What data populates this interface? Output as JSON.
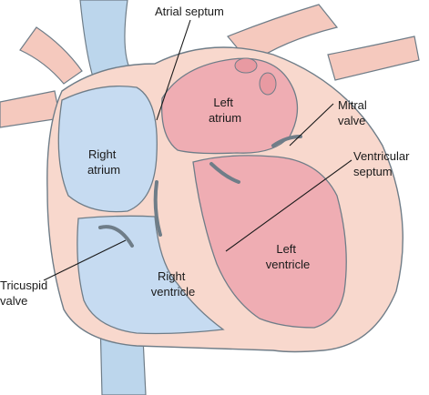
{
  "diagram": {
    "labels": {
      "atrial_septum": "Atrial septum",
      "left_atrium": [
        "Left",
        "atrium"
      ],
      "mitral_valve": [
        "Mitral",
        "valve"
      ],
      "right_atrium": [
        "Right",
        "atrium"
      ],
      "ventricular_septum": [
        "Ventricular",
        "septum"
      ],
      "left_ventricle": [
        "Left",
        "ventricle"
      ],
      "tricuspid_valve": [
        "Tricuspid",
        "valve"
      ],
      "right_ventricle": [
        "Right",
        "ventricle"
      ]
    },
    "colors": {
      "vessel_blue": "#bcd6ec",
      "chamber_blue": "#c6dbf1",
      "outline": "#6f7d88",
      "wall": "#f8d8cd",
      "chamber_pink": "#efadb3",
      "chamber_pink_dark": "#e89aa2"
    }
  }
}
